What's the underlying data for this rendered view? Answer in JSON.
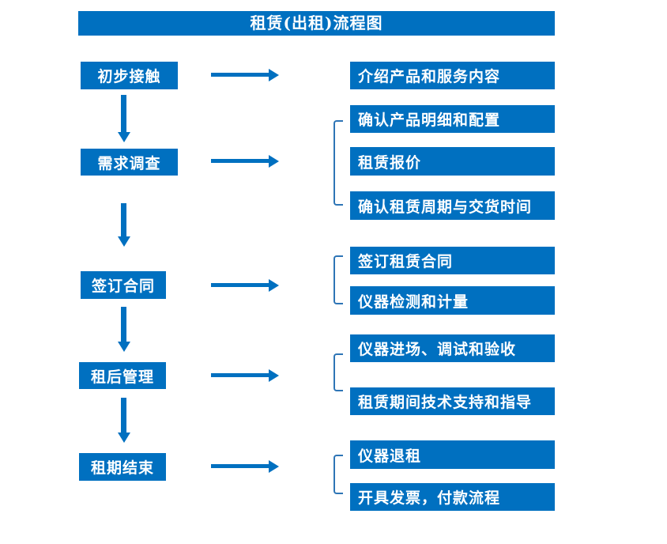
{
  "title": "租赁(出租)流程图",
  "colors": {
    "primary": "#0070C0",
    "bracket": "#2E75B6",
    "text_on_primary": "#FFFFFF",
    "background": "#FFFFFF"
  },
  "stages": [
    {
      "label": "初步接触",
      "outputs": [
        "介绍产品和服务内容"
      ]
    },
    {
      "label": "需求调查",
      "outputs": [
        "确认产品明细和配置",
        "租赁报价",
        "确认租赁周期与交货时间"
      ]
    },
    {
      "label": "签订合同",
      "outputs": [
        "签订租赁合同",
        "仪器检测和计量"
      ]
    },
    {
      "label": "租后管理",
      "outputs": [
        "仪器进场、调试和验收",
        "租赁期间技术支持和指导"
      ]
    },
    {
      "label": "租期结束",
      "outputs": [
        "仪器退租",
        "开具发票，付款流程"
      ]
    }
  ]
}
